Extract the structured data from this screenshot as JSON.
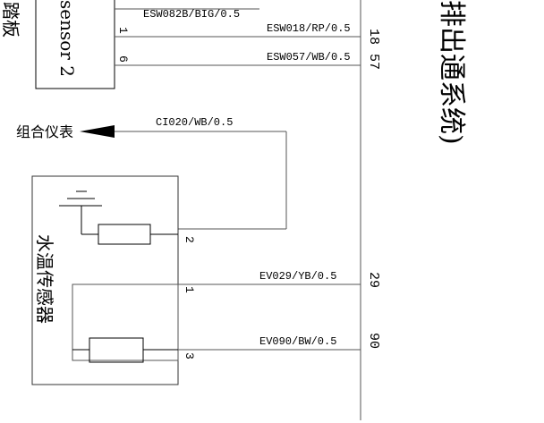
{
  "colors": {
    "ink": "#000000",
    "wire": "#555555",
    "background": "#ffffff"
  },
  "left_label": "踏板",
  "sensor2_box": {
    "label": "sensor 2",
    "pin_top": "1",
    "pin_bottom": "6"
  },
  "wires": {
    "esw082b": "ESW082B/BIG/0.5",
    "esw018": "ESW018/RP/0.5",
    "esw057": "ESW057/WB/0.5",
    "ci020": "CI020/WB/0.5",
    "ev029": "EV029/YB/0.5",
    "ev090": "EV090/BW/0.5"
  },
  "connector_pins": {
    "p18": "18",
    "p57": "57",
    "p29": "29",
    "p90": "90"
  },
  "cluster_label": "组合仪表",
  "temp_sensor": {
    "label": "水温传感器",
    "pin_2": "2",
    "pin_1": "1",
    "pin_3": "3"
  },
  "system_title": "排出通系统)"
}
